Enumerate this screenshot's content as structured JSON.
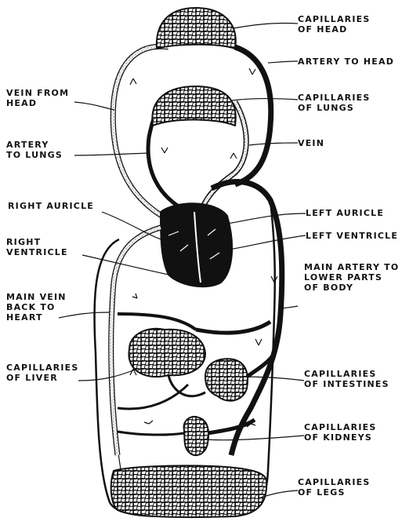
{
  "labels": {
    "capillaries_head": [
      "CAPILLARIES",
      "OF HEAD"
    ],
    "artery_head": [
      "ARTERY TO HEAD"
    ],
    "vein_from_head": [
      "VEIN FROM",
      "HEAD"
    ],
    "capillaries_lungs": [
      "CAPILLARIES",
      "OF LUNGS"
    ],
    "artery_lungs": [
      "ARTERY",
      "TO LUNGS"
    ],
    "vein": [
      "VEIN"
    ],
    "right_auricle": [
      "RIGHT AURICLE"
    ],
    "left_auricle": [
      "LEFT AURICLE"
    ],
    "right_ventricle": [
      "RIGHT",
      "VENTRICLE"
    ],
    "left_ventricle": [
      "LEFT VENTRICLE"
    ],
    "main_artery": [
      "MAIN ARTERY TO",
      "LOWER PARTS",
      "OF BODY"
    ],
    "main_vein": [
      "MAIN VEIN",
      "BACK TO",
      "HEART"
    ],
    "capillaries_liver": [
      "CAPILLARIES",
      "OF LIVER"
    ],
    "capillaries_intestines": [
      "CAPILLARIES",
      "OF INTESTINES"
    ],
    "capillaries_kidneys": [
      "CAPILLARIES",
      "OF KIDNEYS"
    ],
    "capillaries_legs": [
      "CAPILLARIES",
      "OF LEGS"
    ]
  },
  "colors": {
    "ink": "#111111",
    "paper": "#ffffff"
  }
}
